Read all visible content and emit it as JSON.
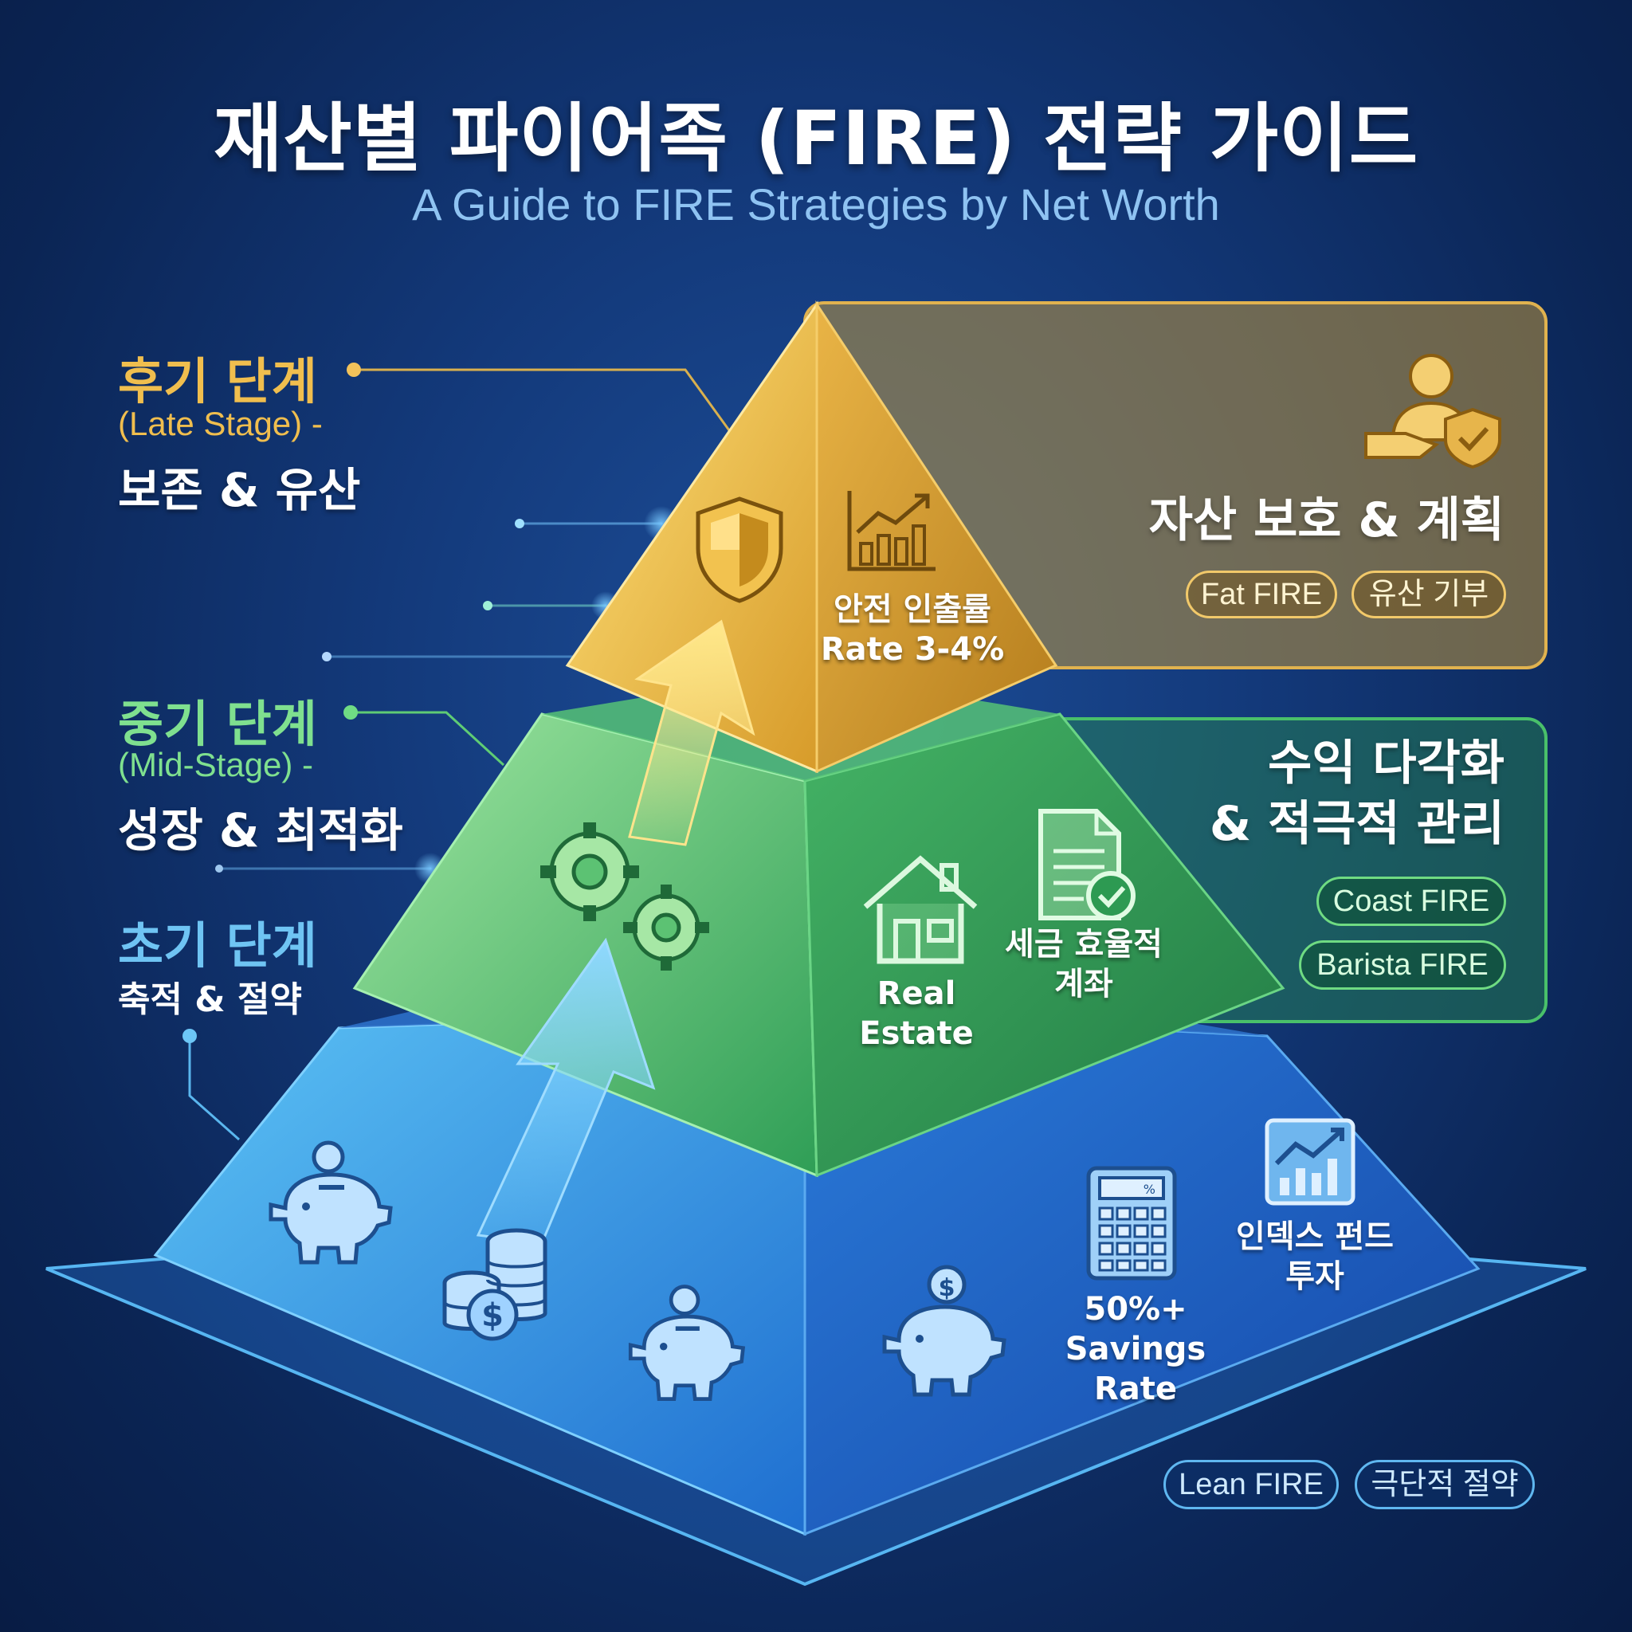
{
  "title": "재산별 파이어족 (FIRE) 전략 가이드",
  "subtitle": "A Guide to FIRE Strategies by Net Worth",
  "stages": {
    "late": {
      "name": "후기 단계",
      "english": "(Late Stage) -",
      "goal": "보존 & 유산"
    },
    "mid": {
      "name": "중기 단계",
      "english": "(Mid-Stage) -",
      "goal": "성장 & 최적화"
    },
    "early": {
      "name": "초기 단계",
      "goal": "축적 & 절약"
    }
  },
  "top_level": {
    "panel_title": "자산 보호 & 계획",
    "tags": [
      "Fat FIRE",
      "유산 기부"
    ],
    "withdrawal_label_line1": "안전 인출률",
    "withdrawal_label_line2": "Rate 3-4%",
    "icons": [
      "shield-icon",
      "bar-chart-up-icon",
      "advisor-shield-icon"
    ]
  },
  "middle_level": {
    "panel_title_line1": "수익 다각화",
    "panel_title_line2": "& 적극적 관리",
    "tags": [
      "Coast FIRE",
      "Barista FIRE"
    ],
    "real_estate_label": "Real Estate",
    "tax_label": "세금 효율적 계좌",
    "icons": [
      "gears-icon",
      "house-icon",
      "document-check-icon"
    ]
  },
  "bottom_level": {
    "tags": [
      "Lean FIRE",
      "극단적 절약"
    ],
    "savings_label_line1": "50%+",
    "savings_label_line2": "Savings Rate",
    "index_label": "인덱스 펀드 투자",
    "icons": [
      "piggy-bank-icon",
      "coin-stack-icon",
      "calculator-icon",
      "chart-icon"
    ]
  },
  "colors": {
    "gold": "#e3ad3c",
    "green": "#3fb45e",
    "blue": "#3a8fe0",
    "background": "#0f2f66"
  }
}
